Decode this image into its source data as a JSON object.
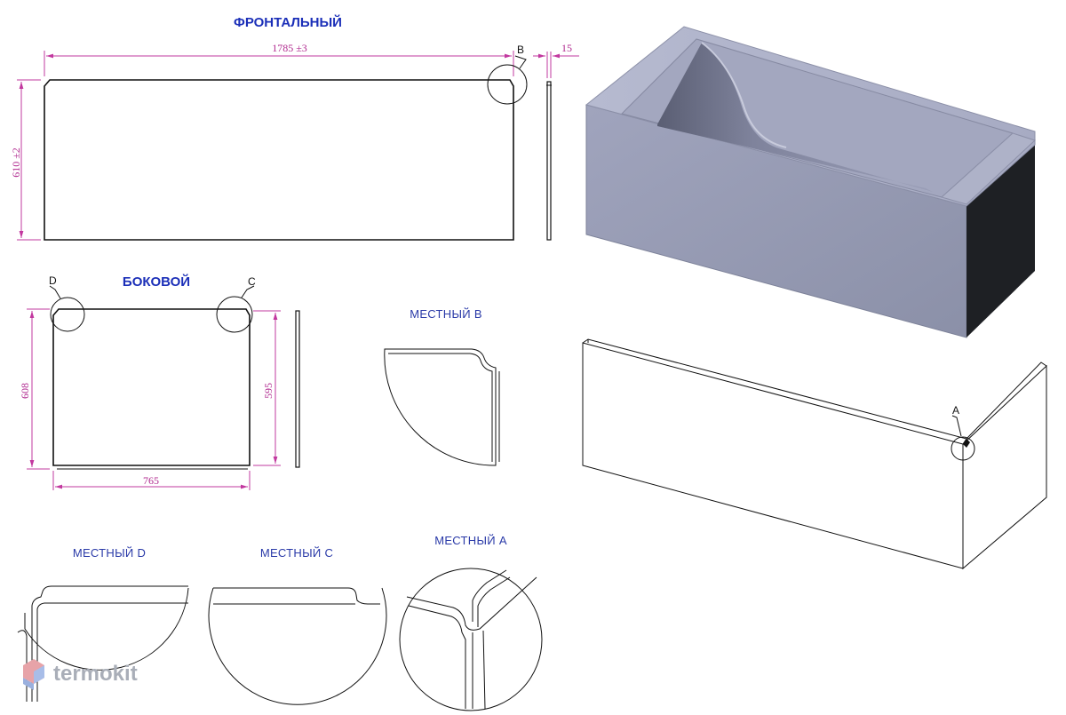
{
  "labels": {
    "front_view": "ФРОНТАЛЬНЫЙ",
    "side_view": "БОКОВОЙ",
    "detail_b": "МЕСТНЫЙ B",
    "detail_d": "МЕСТНЫЙ D",
    "detail_c": "МЕСТНЫЙ C",
    "detail_a": "МЕСТНЫЙ A"
  },
  "dimensions": {
    "front_width": "1785 ±3",
    "front_height": "610 ±2",
    "front_thickness": "15",
    "side_width": "765",
    "side_height_left": "608",
    "side_height_right": "595"
  },
  "callouts": {
    "b": "B",
    "c": "C",
    "d": "D",
    "a": "A"
  },
  "watermark": {
    "text": "termokit"
  },
  "colors": {
    "title": "#1b2fb8",
    "dimension": "#c2389f",
    "tub_body": "#8f94ad",
    "tub_dark_end": "#1e2024"
  }
}
